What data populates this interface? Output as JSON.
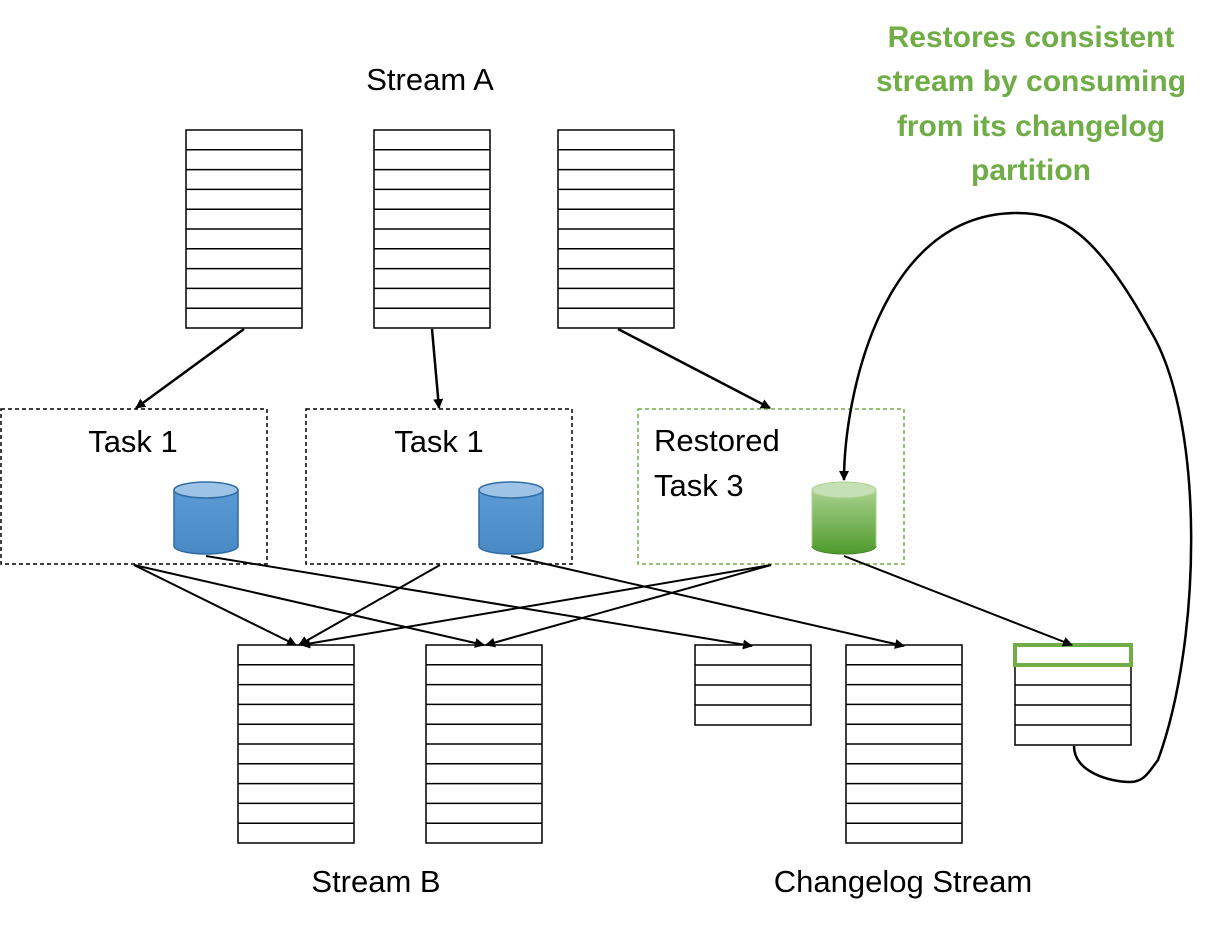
{
  "labels": {
    "stream_a": "Stream A",
    "stream_b": "Stream B",
    "changelog_stream": "Changelog Stream"
  },
  "tasks": [
    {
      "line1": "Task 1",
      "line2": ""
    },
    {
      "line1": "Task 1",
      "line2": ""
    },
    {
      "line1": "Restored",
      "line2": "Task 3"
    }
  ],
  "annotation": {
    "lines": [
      "Restores consistent",
      "stream by consuming",
      "from its changelog",
      "partition"
    ]
  },
  "colors": {
    "annotation": "#70ad47",
    "restored_border": "#70ad47",
    "store_blue": "#5b9bd5",
    "store_green": "#6fb044",
    "highlight_row": "#70ad47"
  }
}
